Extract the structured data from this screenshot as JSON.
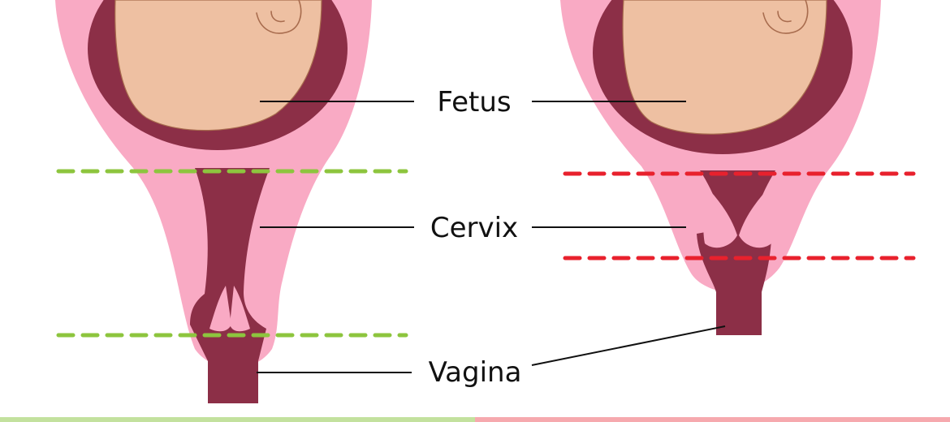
{
  "labels": {
    "fetus": "Fetus",
    "cervix": "Cervix",
    "vagina": "Vagina"
  },
  "colors": {
    "uterus_wall": "#f9aac4",
    "uterine_lining": "#8c2f47",
    "fetus": "#eec0a2",
    "fetus_outline": "#a86c4e",
    "normal_marker": "#8dc53e",
    "short_marker": "#e8212d",
    "normal_bar": "#c3e19e",
    "short_bar": "#f6a9ae",
    "leader_line": "#111111"
  }
}
